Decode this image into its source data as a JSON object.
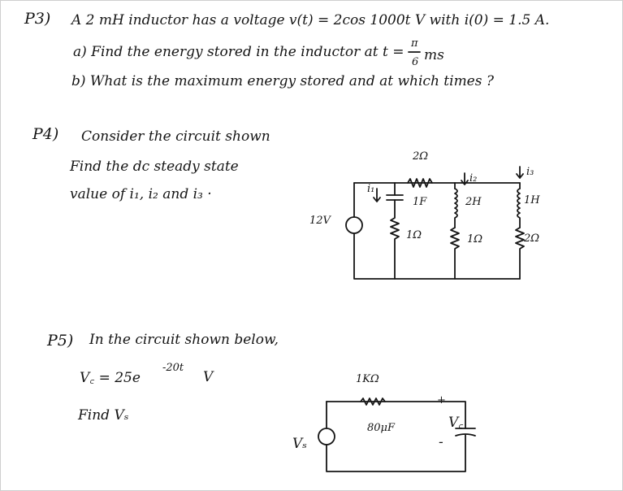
{
  "p3": {
    "number": "P3)",
    "statement": "A 2 mH inductor has a voltage v(t) = 2cos 1000t V with i(0) = 1.5 A.",
    "part_a_prefix": "a) Find the energy stored in the inductor at t =",
    "part_a_frac_num": "π",
    "part_a_frac_den": "6",
    "part_a_unit": "ms",
    "part_b": "b) What is the maximum energy stored and at which times ?"
  },
  "p4": {
    "number": "P4)",
    "line1": "Consider the circuit shown",
    "line2": "Find the dc steady state",
    "line3": "value of i₁, i₂ and i₃ ·",
    "circuit": {
      "source": "12V",
      "source_sign": "+",
      "r_top": "2Ω",
      "i1": "i₁",
      "c1": "1F",
      "r1": "1Ω",
      "i2": "i₂",
      "l2": "2H",
      "r2": "1Ω",
      "i3": "i₃",
      "l3": "1H",
      "r3": "2Ω"
    }
  },
  "p5": {
    "number": "P5)",
    "intro": "In the circuit shown below,",
    "vc_lhs": "V꜀ = 25e",
    "vc_exp": "-20t",
    "vc_unit": "V",
    "find": "Find Vₛ",
    "circuit": {
      "resistor": "1KΩ",
      "capacitor": "80μF",
      "source_label": "Vₛ",
      "source_sign": "+",
      "plus": "+",
      "minus": "-",
      "vc_label": "V꜀"
    }
  }
}
